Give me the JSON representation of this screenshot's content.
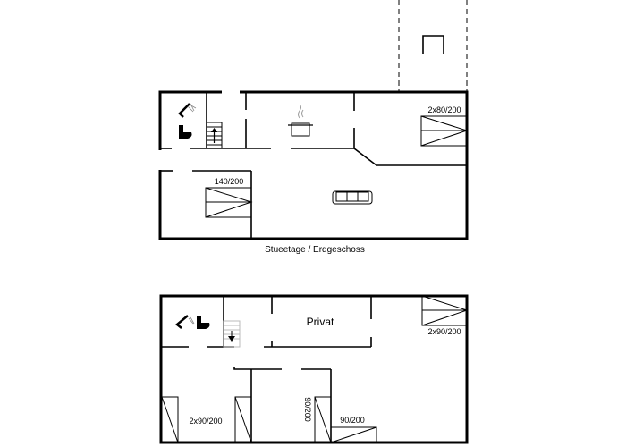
{
  "ground_floor": {
    "caption": "Stueetage / Erdgeschoss",
    "bed_double_label": "140/200",
    "bed_twin_label": "2x80/200",
    "icons": [
      "shower-icon",
      "toilet-icon",
      "stairs-up-icon",
      "cooking-pot-icon",
      "sofa-icon"
    ]
  },
  "upper_floor": {
    "private_room_label": "Privat",
    "bed_topright_label": "2x90/200",
    "bed_left_label": "2x90/200",
    "bed_vertical_label": "90/200",
    "bed_single_label": "90/200",
    "icons": [
      "shower-icon",
      "toilet-icon",
      "stairs-down-icon"
    ]
  },
  "colors": {
    "line": "#000000",
    "background": "#ffffff"
  }
}
